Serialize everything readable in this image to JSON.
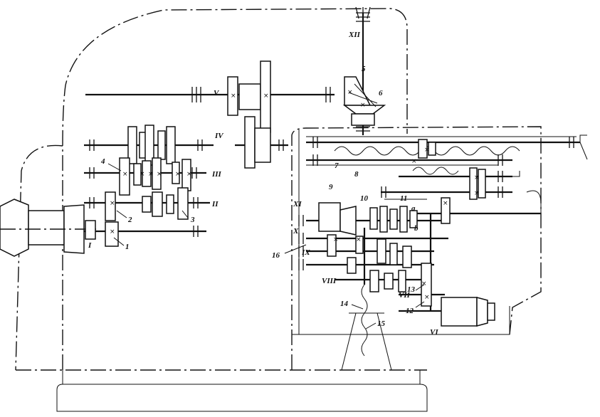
{
  "diagram": {
    "shaft_labels": {
      "I": "I",
      "II": "II",
      "III": "III",
      "IV": "IV",
      "V": "V",
      "VI": "VI",
      "VII": "VII",
      "VIII": "VIII",
      "IX": "IX",
      "X": "X",
      "XI": "XI",
      "XII": "XII"
    },
    "number_labels": {
      "n1": "1",
      "n2": "2",
      "n3": "3",
      "n4": "4",
      "n5": "5",
      "n6": "6",
      "n7": "7",
      "n8": "8",
      "n9": "9",
      "n10": "10",
      "n11": "11",
      "n12": "12",
      "n13": "13",
      "n14": "14",
      "n15": "15",
      "n16": "16"
    },
    "letter_labels": {
      "a": "a",
      "b": "b"
    }
  }
}
